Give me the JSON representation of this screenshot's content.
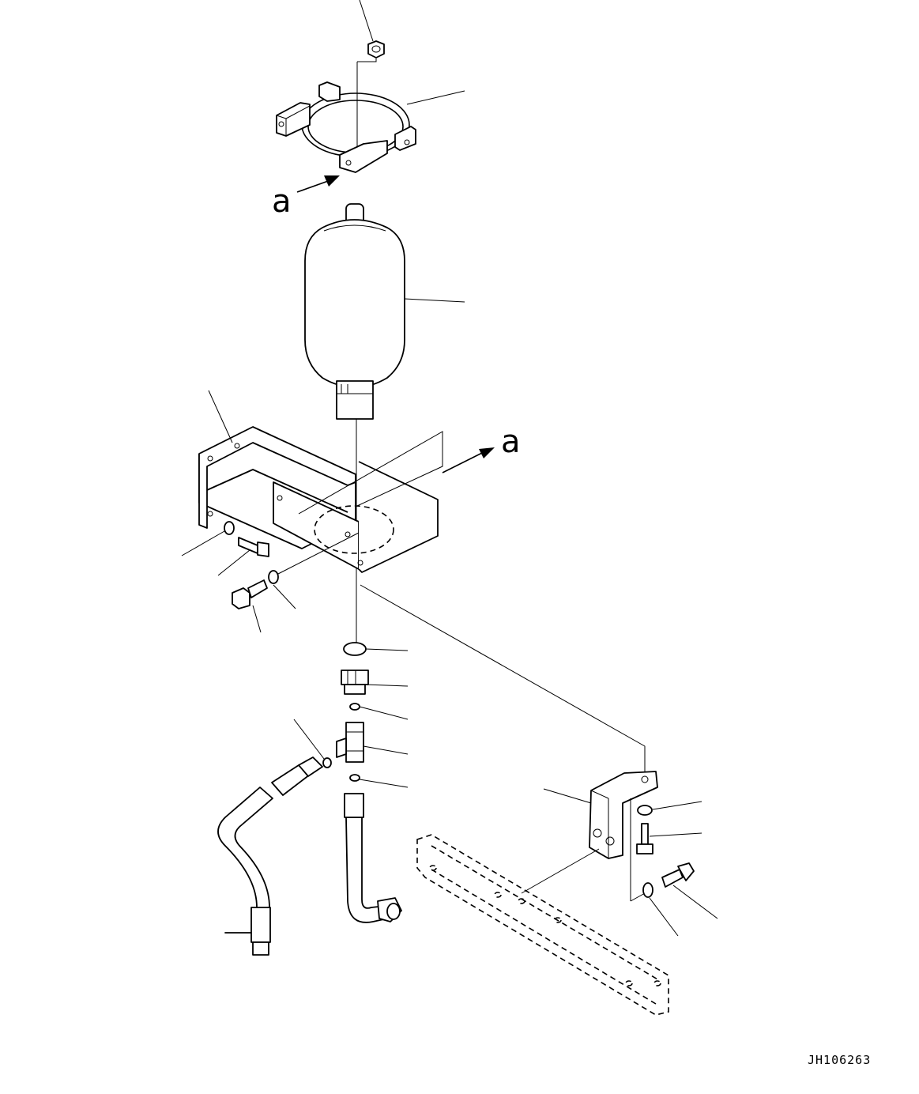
{
  "labels": {
    "view_a_top": "a",
    "view_a_right": "a"
  },
  "drawing_code": "JH106263"
}
